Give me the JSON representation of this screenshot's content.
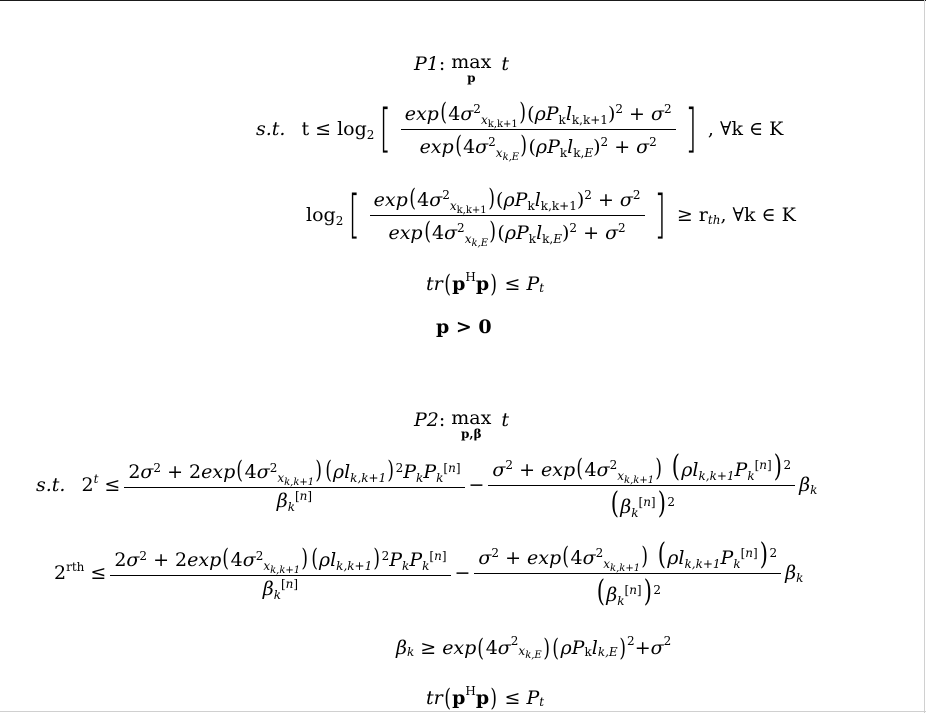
{
  "problem1": {
    "label": "P1",
    "objective_var": "t",
    "max_under": "p",
    "st_label": "s.t.",
    "forall": ", ∀k ∈ K",
    "rth_tail": "≥ r",
    "rth_sub": "th",
    "rth_forall": ", ∀k ∈ K",
    "power_rhs": "≤ P",
    "power_sub": "t",
    "positivity": "p > 0"
  },
  "problem2": {
    "label": "P2",
    "objective_var": "t",
    "max_under": "p,β",
    "st_label": "s.t.",
    "lhs1_base": "2",
    "lhs1_exp": "t",
    "lhs2_base": "2",
    "lhs2_exp": "rth",
    "beta_tail": "β",
    "beta_sub": "k",
    "power_rhs": "≤ P",
    "power_sub": "t"
  }
}
